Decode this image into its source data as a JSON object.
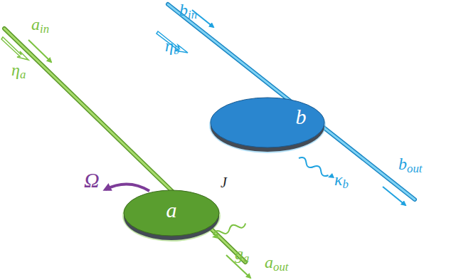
{
  "diagram": {
    "nodes": [
      {
        "text": [
          "a"
        ]
      },
      {
        "text": [
          "b"
        ]
      }
    ],
    "labels": [
      "ain",
      "ηa",
      "Ω",
      "J",
      "κb",
      "ga",
      "aout",
      "bin",
      "ηb",
      "bout"
    ]
  }
}
